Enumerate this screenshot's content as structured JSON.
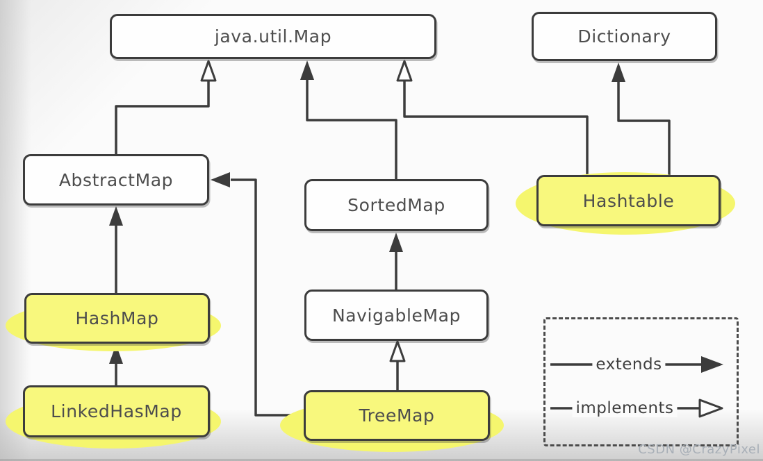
{
  "diagram": {
    "nodes": [
      {
        "id": "map",
        "label": "java.util.Map",
        "highlighted": false
      },
      {
        "id": "dictionary",
        "label": "Dictionary",
        "highlighted": false
      },
      {
        "id": "abstractmap",
        "label": "AbstractMap",
        "highlighted": false
      },
      {
        "id": "sortedmap",
        "label": "SortedMap",
        "highlighted": false
      },
      {
        "id": "hashtable",
        "label": "Hashtable",
        "highlighted": true
      },
      {
        "id": "hashmap",
        "label": "HashMap",
        "highlighted": true
      },
      {
        "id": "navigablemap",
        "label": "NavigableMap",
        "highlighted": false
      },
      {
        "id": "linkedhasmap",
        "label": "LinkedHasMap",
        "highlighted": true
      },
      {
        "id": "treemap",
        "label": "TreeMap",
        "highlighted": true
      }
    ],
    "edges": [
      {
        "from": "AbstractMap",
        "to": "java.util.Map",
        "type": "implements"
      },
      {
        "from": "SortedMap",
        "to": "java.util.Map",
        "type": "extends"
      },
      {
        "from": "Hashtable",
        "to": "java.util.Map",
        "type": "implements"
      },
      {
        "from": "Hashtable",
        "to": "Dictionary",
        "type": "extends"
      },
      {
        "from": "HashMap",
        "to": "AbstractMap",
        "type": "extends"
      },
      {
        "from": "LinkedHasMap",
        "to": "HashMap",
        "type": "extends"
      },
      {
        "from": "NavigableMap",
        "to": "SortedMap",
        "type": "extends"
      },
      {
        "from": "TreeMap",
        "to": "NavigableMap",
        "type": "implements"
      },
      {
        "from": "TreeMap",
        "to": "AbstractMap",
        "type": "extends"
      }
    ],
    "legend": {
      "extends_label": "extends",
      "implements_label": "implements"
    },
    "watermark": "CSDN @CrazyPixel",
    "colors": {
      "line": "#3c3c3c",
      "text": "#4d4d4d",
      "node_fill": "#fefefe",
      "highlight_fill": "#f8f87d",
      "highlight_glow": "#f5f66e",
      "background": "#fbfbfb"
    }
  }
}
